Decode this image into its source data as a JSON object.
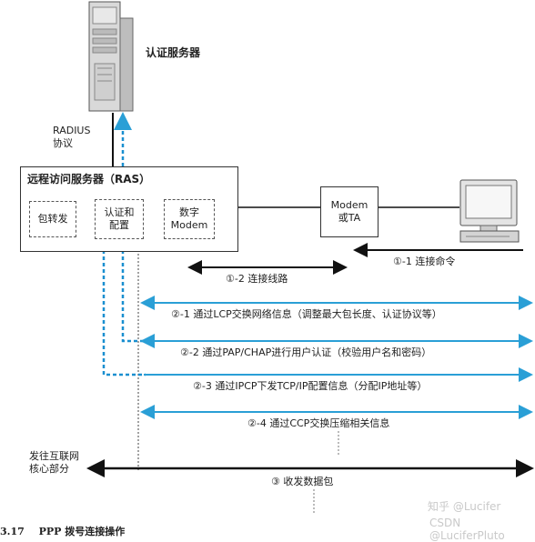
{
  "server": {
    "title": "认证服务器",
    "protocol_line1": "RADIUS",
    "protocol_line2": "协议"
  },
  "ras": {
    "title": "远程访问服务器（RAS）",
    "modules": {
      "packet_forward": "包转发",
      "auth_line1": "认证和",
      "auth_line2": "配置",
      "digital_line1": "数字",
      "digital_line2": "Modem"
    }
  },
  "modem": {
    "line1": "Modem",
    "line2": "或TA"
  },
  "steps": {
    "s1_1": "①-1 连接命令",
    "s1_2": "①-2 连接线路",
    "s2_1": "②-1 通过LCP交换网络信息（调整最大包长度、认证协议等）",
    "s2_2": "②-2 通过PAP/CHAP进行用户认证（校验用户名和密码）",
    "s2_3": "②-3 通过IPCP下发TCP/IP配置信息（分配IP地址等）",
    "s2_4": "②-4 通过CCP交换压缩相关信息",
    "s3": "③ 收发数据包"
  },
  "internet_label": {
    "line1": "发往互联网",
    "line2": "核心部分"
  },
  "caption": {
    "number": "3.17",
    "text": "PPP 拨号连接操作"
  },
  "watermark": {
    "zhihu": "知乎 @Lucifer",
    "csdn": "CSDN @LuciferPluto"
  },
  "colors": {
    "blue_arrow": "#2a9fd6",
    "dark_arrow": "#111111",
    "dashed_link": "#1a8fd0"
  }
}
